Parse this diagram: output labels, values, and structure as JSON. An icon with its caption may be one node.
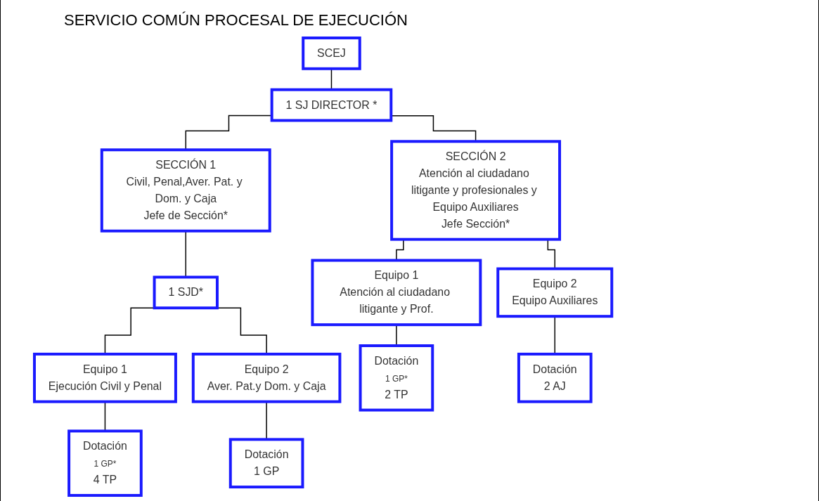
{
  "diagram": {
    "title": "SERVICIO COMÚN PROCESAL DE EJECUCIÓN",
    "nodes": [
      {
        "text": [
          "SCEJ"
        ]
      },
      {
        "text": [
          "1 SJ DIRECTOR *"
        ]
      },
      {
        "text": [
          "SECCIÓN 1",
          "Civil, Penal,Aver. Pat. y Dom. y Caja",
          "Jefe de Sección*"
        ]
      },
      {
        "text": [
          "SECCIÓN 2",
          "Atención al ciudadano litigante y profesionales y Equipo Auxiliares",
          "Jefe Sección*"
        ]
      },
      {
        "text": [
          "1 SJD*"
        ]
      },
      {
        "text": [
          "Equipo 1",
          "Atención al ciudadano litigante y Prof."
        ]
      },
      {
        "text": [
          "Equipo 2",
          "Equipo Auxiliares"
        ]
      },
      {
        "text": [
          "Equipo 1",
          "Ejecución Civil y Penal"
        ]
      },
      {
        "text": [
          "Equipo 2",
          "Aver. Pat.y Dom. y Caja"
        ]
      },
      {
        "text": [
          "Dotación",
          "1 GP*",
          "2 TP"
        ]
      },
      {
        "text": [
          "Dotación",
          "2 AJ"
        ]
      },
      {
        "text": [
          "Dotación",
          "1 GP*",
          "4 TP"
        ]
      },
      {
        "text": [
          "Dotación",
          "1 GP"
        ]
      }
    ],
    "edges": [
      {
        "from": 0,
        "to": 1,
        "arrow": "none"
      },
      {
        "from": 1,
        "to": 2,
        "arrow": "none"
      },
      {
        "from": 1,
        "to": 3,
        "arrow": "none"
      },
      {
        "from": 2,
        "to": 4,
        "arrow": "none"
      },
      {
        "from": 3,
        "to": 5,
        "arrow": "none"
      },
      {
        "from": 3,
        "to": 6,
        "arrow": "none"
      },
      {
        "from": 4,
        "to": 7,
        "arrow": "none"
      },
      {
        "from": 4,
        "to": 8,
        "arrow": "none"
      },
      {
        "from": 5,
        "to": 9,
        "arrow": "none"
      },
      {
        "from": 6,
        "to": 10,
        "arrow": "none"
      },
      {
        "from": 7,
        "to": 11,
        "arrow": "none"
      },
      {
        "from": 8,
        "to": 12,
        "arrow": "none"
      }
    ]
  }
}
